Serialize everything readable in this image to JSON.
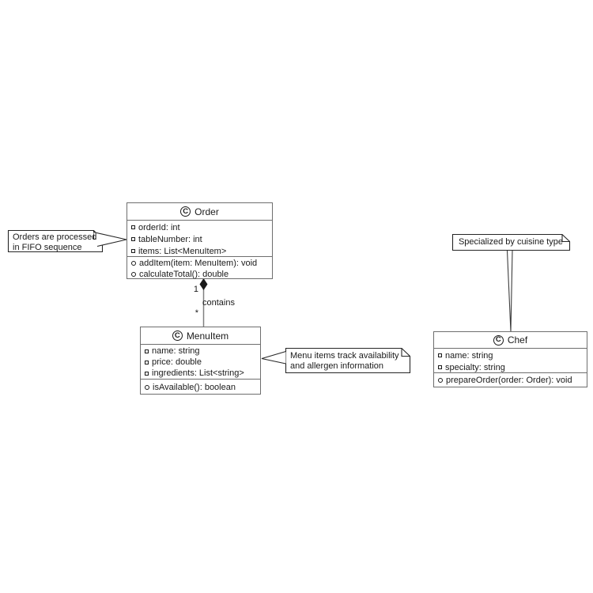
{
  "diagram_type": "uml-class-diagram",
  "annotation_letter": "C",
  "classes": {
    "order": {
      "name": "Order",
      "attributes": [
        "orderId: int",
        "tableNumber: int",
        "items: List<MenuItem>"
      ],
      "methods": [
        "addItem(item: MenuItem): void",
        "calculateTotal(): double"
      ]
    },
    "menu_item": {
      "name": "MenuItem",
      "attributes": [
        "name: string",
        "price: double",
        "ingredients: List<string>"
      ],
      "methods": [
        "isAvailable(): boolean"
      ]
    },
    "chef": {
      "name": "Chef",
      "attributes": [
        "name: string",
        "specialty: string"
      ],
      "methods": [
        "prepareOrder(order: Order): void"
      ]
    }
  },
  "notes": {
    "fifo": {
      "lines": [
        "Orders are processed",
        "in FIFO sequence"
      ],
      "attached_to": "Order"
    },
    "availability": {
      "lines": [
        "Menu items track availability",
        "and allergen information"
      ],
      "attached_to": "MenuItem"
    },
    "cuisine": {
      "lines": [
        "Specialized by cuisine type"
      ],
      "attached_to": "Chef"
    }
  },
  "relationships": {
    "order_contains_menuitem": {
      "type": "composition",
      "source": "Order",
      "target": "MenuItem",
      "label": "contains",
      "source_cardinality": "1",
      "target_cardinality": "*"
    }
  },
  "icons": {
    "class_annotation": "circled-c",
    "attribute_marker": "small-hollow-square",
    "method_marker": "small-hollow-circle"
  },
  "colors": {
    "background": "#ffffff",
    "class_border": "#6e6e6e",
    "note_border": "#262626",
    "relation_line": "#808080",
    "diamond_fill": "#1a1a1a",
    "text": "#1a1a1a"
  }
}
